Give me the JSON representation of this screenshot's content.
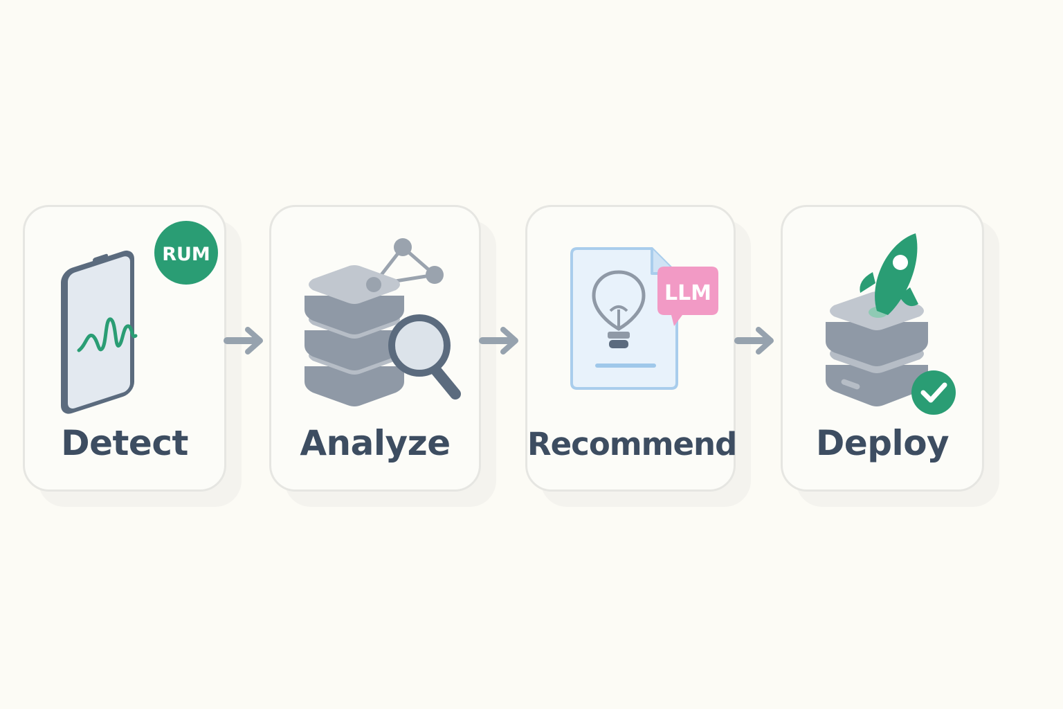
{
  "steps": [
    {
      "label": "Detect",
      "badge": "RUM",
      "icon": "phone-waveform-icon"
    },
    {
      "label": "Analyze",
      "icon": "database-magnifier-icon"
    },
    {
      "label": "Recommend",
      "badge": "LLM",
      "icon": "document-lightbulb-icon"
    },
    {
      "label": "Deploy",
      "icon": "server-rocket-icon"
    }
  ],
  "colors": {
    "green": "#2a9d74",
    "pink": "#f29ac5",
    "slate": "#5b6b7e",
    "gray": "#aab2bc",
    "text": "#3d4d61"
  }
}
